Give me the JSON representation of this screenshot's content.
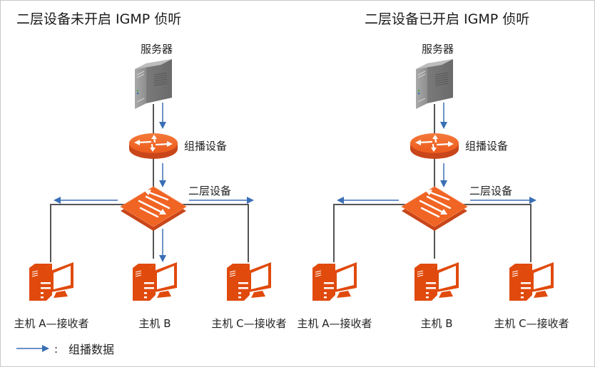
{
  "colors": {
    "accent_orange": "#e8501a",
    "device_orange": "#f06a28",
    "flow_blue": "#3a6fb5",
    "link_gray": "#555555",
    "server_gray": "#8a8a8a"
  },
  "panels": [
    {
      "id": "left",
      "title": "二层设备未开启 IGMP 侦听",
      "server_label": "服务器",
      "router_label": "组播设备",
      "switch_label": "二层设备",
      "hosts": [
        {
          "label": "主机 A—接收者",
          "receives": true
        },
        {
          "label": "主机 B",
          "receives": true
        },
        {
          "label": "主机 C—接收者",
          "receives": true
        }
      ],
      "flows": [
        "server-to-router",
        "router-to-switch",
        "switch-to-host-a",
        "switch-to-host-b",
        "switch-to-host-c"
      ]
    },
    {
      "id": "right",
      "title": "二层设备已开启 IGMP 侦听",
      "server_label": "服务器",
      "router_label": "组播设备",
      "switch_label": "二层设备",
      "hosts": [
        {
          "label": "主机 A—接收者",
          "receives": true
        },
        {
          "label": "主机 B",
          "receives": false
        },
        {
          "label": "主机 C—接收者",
          "receives": true
        }
      ],
      "flows": [
        "server-to-router",
        "router-to-switch",
        "switch-to-host-a",
        "switch-to-host-c"
      ]
    }
  ],
  "legend": {
    "icon": "arrow-right-icon",
    "separator": ":",
    "label": "组播数据"
  }
}
